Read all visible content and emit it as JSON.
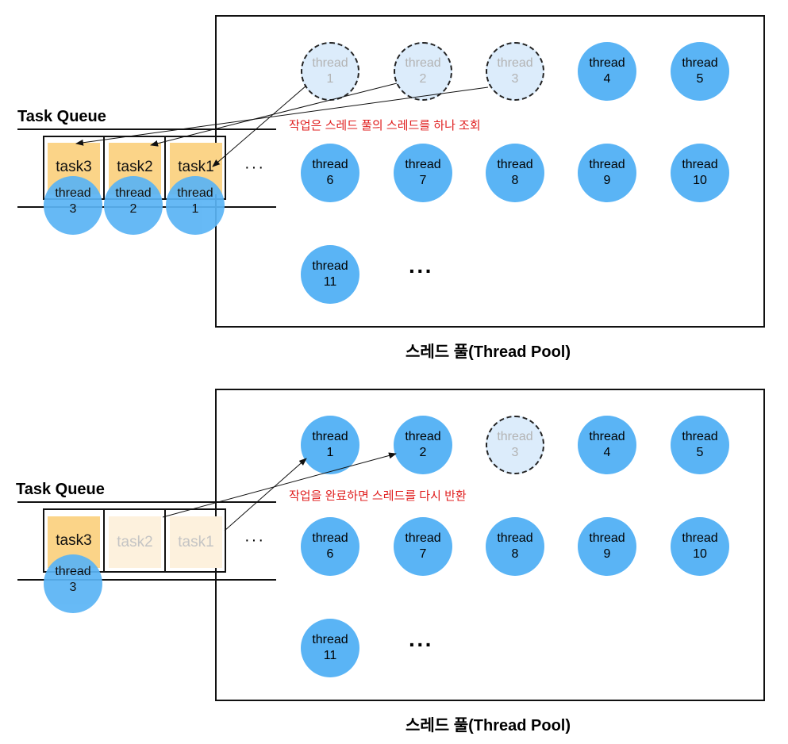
{
  "panels": [
    {
      "queue_title": "Task Queue",
      "queue_ellipsis": "···",
      "tasks": [
        {
          "label": "task3",
          "faded": false
        },
        {
          "label": "task2",
          "faded": false
        },
        {
          "label": "task1",
          "faded": false
        }
      ],
      "queue_threads": [
        {
          "label": "thread",
          "num": "3"
        },
        {
          "label": "thread",
          "num": "2"
        },
        {
          "label": "thread",
          "num": "1"
        }
      ],
      "pool_threads": [
        {
          "label": "thread",
          "num": "1",
          "ghost": true
        },
        {
          "label": "thread",
          "num": "2",
          "ghost": true
        },
        {
          "label": "thread",
          "num": "3",
          "ghost": true
        },
        {
          "label": "thread",
          "num": "4",
          "ghost": false
        },
        {
          "label": "thread",
          "num": "5",
          "ghost": false
        },
        {
          "label": "thread",
          "num": "6",
          "ghost": false
        },
        {
          "label": "thread",
          "num": "7",
          "ghost": false
        },
        {
          "label": "thread",
          "num": "8",
          "ghost": false
        },
        {
          "label": "thread",
          "num": "9",
          "ghost": false
        },
        {
          "label": "thread",
          "num": "10",
          "ghost": false
        },
        {
          "label": "thread",
          "num": "11",
          "ghost": false
        }
      ],
      "pool_ellipsis": "···",
      "annotation": "작업은 스레드 풀의 스레드를 하나 조회",
      "caption": "스레드 풀(Thread Pool)"
    },
    {
      "queue_title": "Task Queue",
      "queue_ellipsis": "···",
      "tasks": [
        {
          "label": "task3",
          "faded": false
        },
        {
          "label": "task2",
          "faded": true
        },
        {
          "label": "task1",
          "faded": true
        }
      ],
      "queue_threads": [
        {
          "label": "thread",
          "num": "3"
        }
      ],
      "pool_threads": [
        {
          "label": "thread",
          "num": "1",
          "ghost": false
        },
        {
          "label": "thread",
          "num": "2",
          "ghost": false
        },
        {
          "label": "thread",
          "num": "3",
          "ghost": true
        },
        {
          "label": "thread",
          "num": "4",
          "ghost": false
        },
        {
          "label": "thread",
          "num": "5",
          "ghost": false
        },
        {
          "label": "thread",
          "num": "6",
          "ghost": false
        },
        {
          "label": "thread",
          "num": "7",
          "ghost": false
        },
        {
          "label": "thread",
          "num": "8",
          "ghost": false
        },
        {
          "label": "thread",
          "num": "9",
          "ghost": false
        },
        {
          "label": "thread",
          "num": "10",
          "ghost": false
        },
        {
          "label": "thread",
          "num": "11",
          "ghost": false
        }
      ],
      "pool_ellipsis": "···",
      "annotation": "작업을 완료하면 스레드를 다시 반환",
      "caption": "스레드 풀(Thread Pool)"
    }
  ]
}
